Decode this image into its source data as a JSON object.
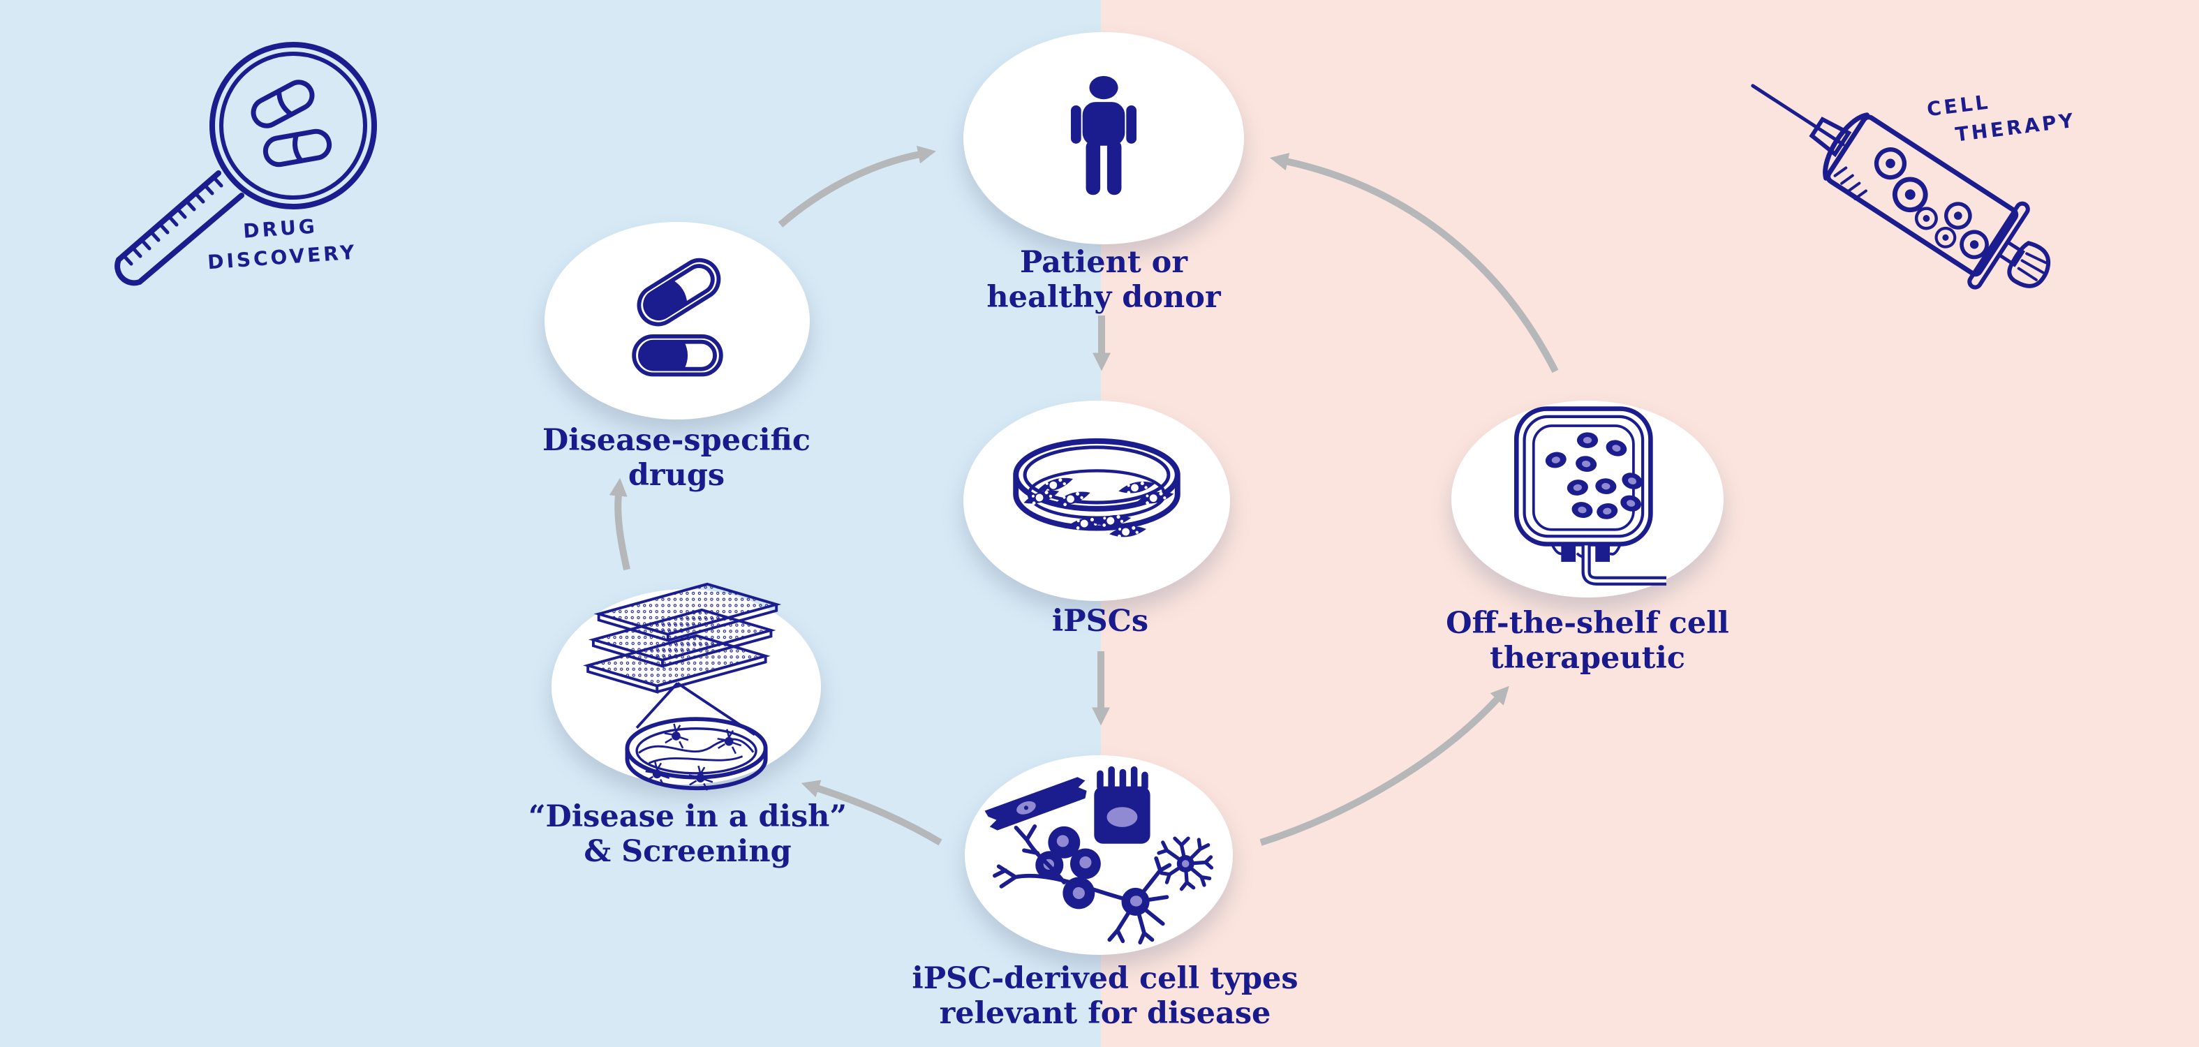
{
  "diagram": {
    "subject": "iPSC workflow cycle infographic",
    "colors": {
      "left_bg": "#d6e9f5",
      "right_bg": "#fbe4dd",
      "navy": "#1b1d8e",
      "text_navy": "#191b8c",
      "nucleus_purple": "#8f8ad2",
      "arrow_gray": "#b5b7b9",
      "node_bg": "#ffffff"
    }
  },
  "sections": {
    "left": {
      "name": "Drug discovery half",
      "line1": "DRUG",
      "line2": "DISCOVERY",
      "icon": "magnifier-pills-icon"
    },
    "right": {
      "name": "Cell therapy half",
      "line1": "CELL",
      "line2": "THERAPY",
      "icon": "syringe-icon"
    }
  },
  "nodes": [
    {
      "id": "patient",
      "label": "Patient or\nhealthy donor",
      "icon": "person-icon"
    },
    {
      "id": "ipscs",
      "label": "iPSCs",
      "icon": "petri-dish-icon"
    },
    {
      "id": "derived-cells",
      "label": "iPSC-derived cell types\nrelevant for disease",
      "icon": "cell-types-icon"
    },
    {
      "id": "disease-specific-drugs",
      "label": "Disease-specific\ndrugs",
      "icon": "pills-icon"
    },
    {
      "id": "disease-in-a-dish",
      "label": "“Disease in a dish”\n& Screening",
      "icon": "assay-plates-dish-icon"
    },
    {
      "id": "off-the-shelf",
      "label": "Off-the-shelf cell\ntherapeutic",
      "icon": "iv-bag-icon"
    }
  ],
  "arrows": [
    {
      "from": "patient",
      "to": "ipscs"
    },
    {
      "from": "ipscs",
      "to": "derived-cells"
    },
    {
      "from": "derived-cells",
      "to": "disease-in-a-dish"
    },
    {
      "from": "disease-in-a-dish",
      "to": "disease-specific-drugs"
    },
    {
      "from": "disease-specific-drugs",
      "to": "patient"
    },
    {
      "from": "derived-cells",
      "to": "off-the-shelf"
    },
    {
      "from": "off-the-shelf",
      "to": "patient"
    }
  ]
}
